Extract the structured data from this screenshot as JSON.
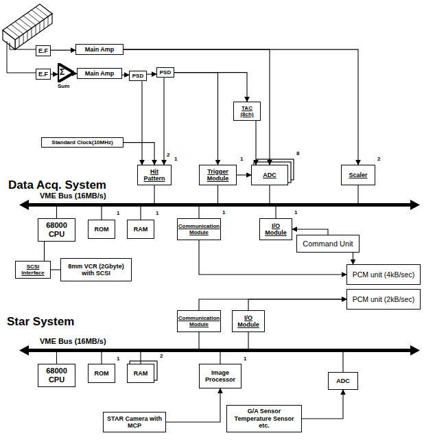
{
  "diagram": {
    "nodes": [
      {
        "text": [
          "E.F"
        ]
      },
      {
        "text": [
          "E.F"
        ]
      },
      {
        "text": [
          "Main Amp"
        ]
      },
      {
        "text": [
          "Σ",
          "Sum"
        ]
      },
      {
        "text": [
          "Main Amp"
        ]
      },
      {
        "text": [
          "PSD"
        ]
      },
      {
        "text": [
          "PSD"
        ]
      },
      {
        "text": [
          "TAC (8ch)"
        ]
      },
      {
        "text": [
          "Standard Clock(10MHz)"
        ]
      },
      {
        "text": [
          "Hit Pattern"
        ]
      },
      {
        "text": [
          "Trigger Module"
        ]
      },
      {
        "text": [
          "ADC"
        ]
      },
      {
        "text": [
          "Scaler"
        ]
      },
      {
        "text": [
          "VME Bus (16MB/s)"
        ]
      },
      {
        "text": [
          "68000 CPU"
        ]
      },
      {
        "text": [
          "ROM"
        ]
      },
      {
        "text": [
          "RAM"
        ]
      },
      {
        "text": [
          "Communication Module"
        ]
      },
      {
        "text": [
          "I/O Module"
        ]
      },
      {
        "text": [
          "Command Unit"
        ]
      },
      {
        "text": [
          "SCSI Interface"
        ]
      },
      {
        "text": [
          "8mm VCR (2Gbyte) with SCSI"
        ]
      },
      {
        "text": [
          "PCM unit (4kB/sec)"
        ]
      },
      {
        "text": [
          "PCM unit (2kB/sec)"
        ]
      },
      {
        "text": [
          "VME Bus (16MB/s)"
        ]
      },
      {
        "text": [
          "Communication Module"
        ]
      },
      {
        "text": [
          "I/O Module"
        ]
      },
      {
        "text": [
          "68000 CPU"
        ]
      },
      {
        "text": [
          "ROM"
        ]
      },
      {
        "text": [
          "RAM"
        ]
      },
      {
        "text": [
          "Image Processor"
        ]
      },
      {
        "text": [
          "ADC"
        ]
      },
      {
        "text": [
          "STAR Camera with MCP"
        ]
      },
      {
        "text": [
          "G/A Sensor Temperature Sensor etc."
        ]
      }
    ],
    "edges": [
      {
        "from": 0,
        "to": 2,
        "arrow": "to"
      },
      {
        "from": 1,
        "to": 3,
        "arrow": "to"
      },
      {
        "from": 3,
        "to": 4,
        "arrow": "to"
      },
      {
        "from": 4,
        "to": 5,
        "arrow": "to"
      },
      {
        "from": 5,
        "to": 6,
        "arrow": "to"
      },
      {
        "from": 2,
        "to": 11,
        "arrow": "to"
      },
      {
        "from": 2,
        "to": 12,
        "arrow": "to"
      },
      {
        "from": 5,
        "to": 9,
        "arrow": "to"
      },
      {
        "from": 6,
        "to": 9,
        "arrow": "to"
      },
      {
        "from": 8,
        "to": 9,
        "arrow": "to"
      },
      {
        "from": 6,
        "to": 10,
        "arrow": "to"
      },
      {
        "from": 6,
        "to": 7,
        "arrow": "to"
      },
      {
        "from": 7,
        "to": 11,
        "arrow": "to"
      },
      {
        "from": 10,
        "to": 11,
        "arrow": "to"
      },
      {
        "from": 9,
        "to": 13,
        "arrow": "none"
      },
      {
        "from": 10,
        "to": 13,
        "arrow": "none"
      },
      {
        "from": 11,
        "to": 13,
        "arrow": "none"
      },
      {
        "from": 12,
        "to": 13,
        "arrow": "none"
      },
      {
        "from": 14,
        "to": 13,
        "arrow": "none"
      },
      {
        "from": 15,
        "to": 13,
        "arrow": "none"
      },
      {
        "from": 16,
        "to": 13,
        "arrow": "none"
      },
      {
        "from": 17,
        "to": 13,
        "arrow": "none"
      },
      {
        "from": 18,
        "to": 13,
        "arrow": "none"
      },
      {
        "from": 14,
        "to": 20,
        "arrow": "none"
      },
      {
        "from": 20,
        "to": 21,
        "arrow": "none"
      },
      {
        "from": 17,
        "to": 22,
        "arrow": "to"
      },
      {
        "from": 19,
        "to": 18,
        "arrow": "to"
      },
      {
        "from": 19,
        "to": 22,
        "arrow": "to"
      },
      {
        "from": 25,
        "to": 23,
        "arrow": "to"
      },
      {
        "from": 26,
        "to": 23,
        "arrow": "to"
      },
      {
        "from": 25,
        "to": 24,
        "arrow": "none"
      },
      {
        "from": 26,
        "to": 24,
        "arrow": "none"
      },
      {
        "from": 27,
        "to": 24,
        "arrow": "none"
      },
      {
        "from": 28,
        "to": 24,
        "arrow": "none"
      },
      {
        "from": 29,
        "to": 24,
        "arrow": "none"
      },
      {
        "from": 30,
        "to": 24,
        "arrow": "none"
      },
      {
        "from": 31,
        "to": 24,
        "arrow": "none"
      },
      {
        "from": 32,
        "to": 30,
        "arrow": "to"
      },
      {
        "from": 33,
        "to": 31,
        "arrow": "to"
      }
    ],
    "labels": [
      "2",
      "1",
      "1",
      "8",
      "2",
      "Data Acq. System",
      "1",
      "1",
      "1",
      "1",
      "Star System",
      "1",
      "2",
      "1"
    ]
  }
}
